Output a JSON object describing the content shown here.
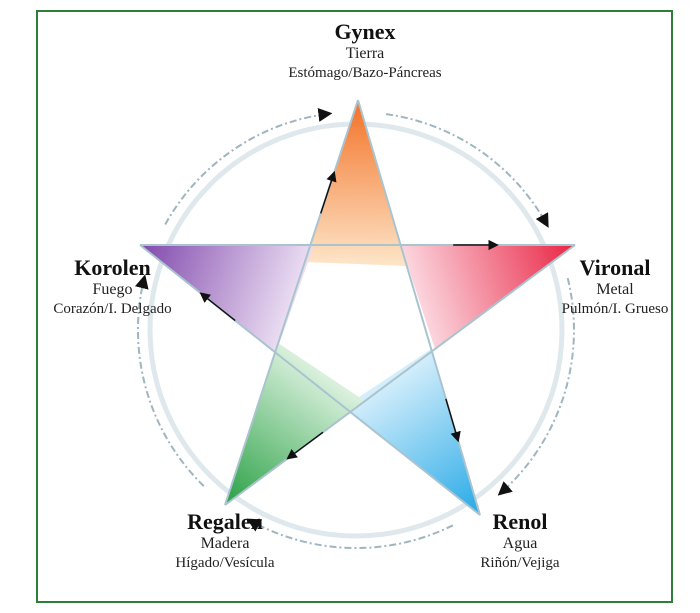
{
  "nodes": [
    {
      "id": "gynex",
      "name": "Gynex",
      "element": "Tierra",
      "organs": "Estómago/Bazo-Páncreas",
      "color": "#f26a1b",
      "color_light": "#fde3c4"
    },
    {
      "id": "vironal",
      "name": "Vironal",
      "element": "Metal",
      "organs": "Pulmón/I. Grueso",
      "color": "#e8193a",
      "color_light": "#fbd3dc"
    },
    {
      "id": "renol",
      "name": "Renol",
      "element": "Agua",
      "organs": "Riñón/Vejiga",
      "color": "#1ba5e6",
      "color_light": "#d4eefb"
    },
    {
      "id": "regalen",
      "name": "Regalen",
      "element": "Madera",
      "organs": "Hígado/Vesícula",
      "color": "#1f9c3c",
      "color_light": "#d9f0dc"
    },
    {
      "id": "korolen",
      "name": "Korolen",
      "element": "Fuego",
      "organs": "Corazón/I. Delgado",
      "color": "#7a3fa8",
      "color_light": "#eadcf2"
    }
  ],
  "border_color": "#2e7d3a",
  "line_color": "#a9c4cf",
  "arrow_color": "#111111"
}
